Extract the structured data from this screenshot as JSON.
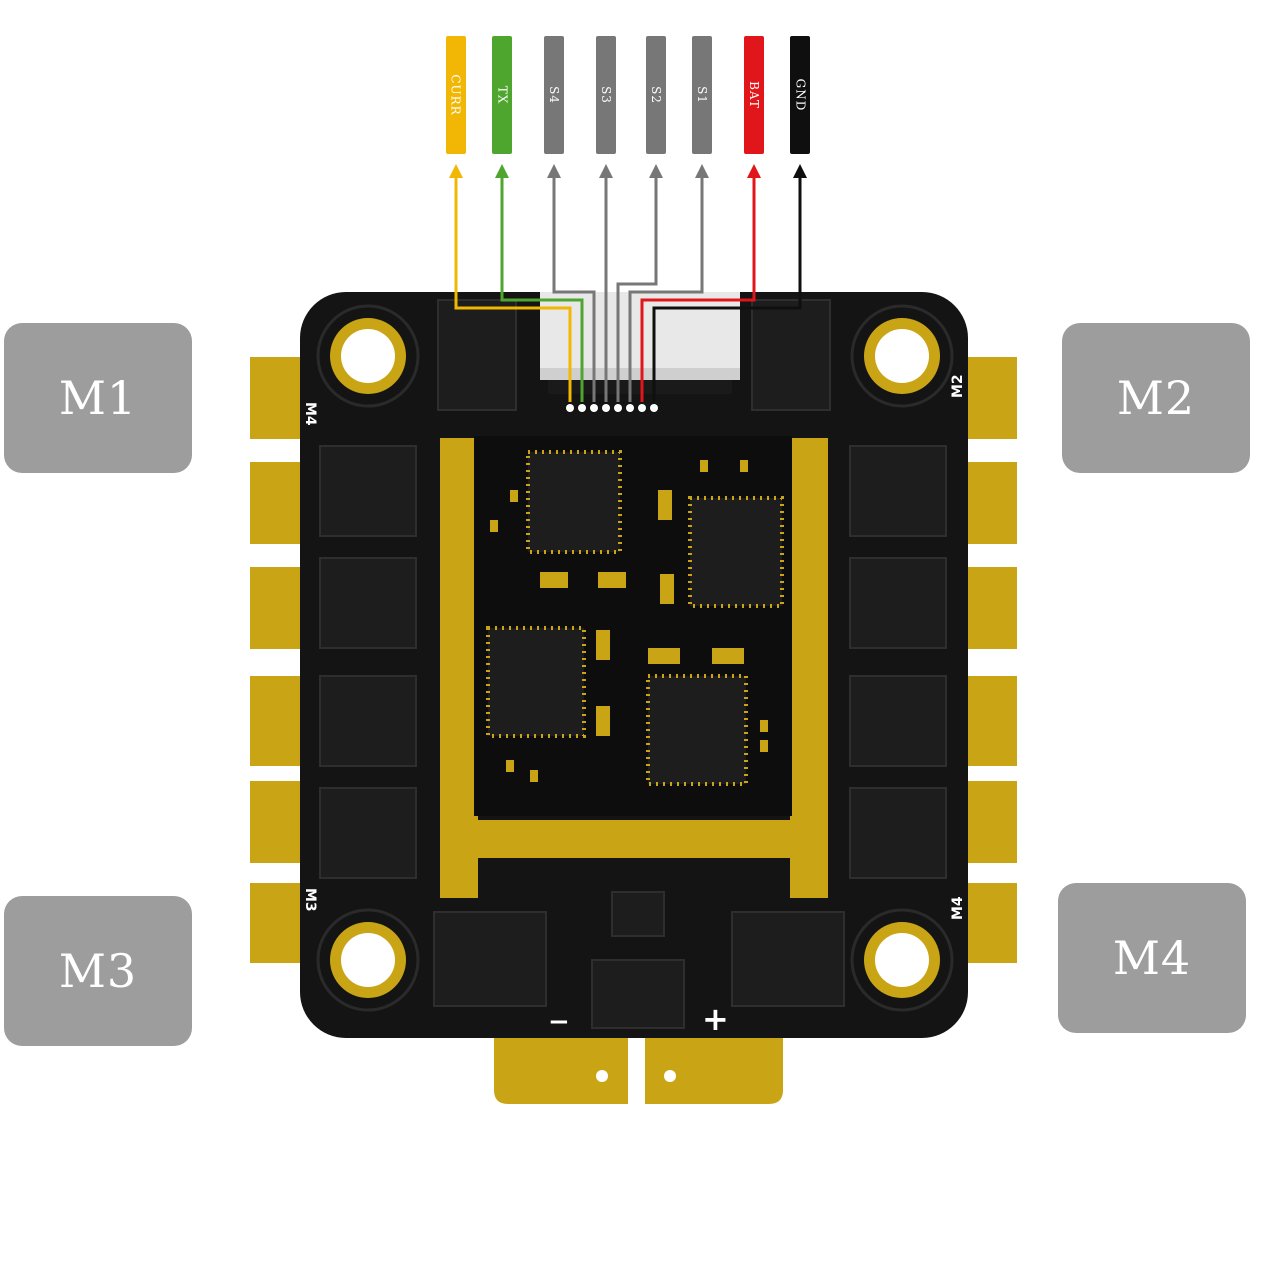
{
  "wires": [
    {
      "label": "CURR",
      "color": "#f2b705"
    },
    {
      "label": "TX",
      "color": "#4ea62f"
    },
    {
      "label": "S4",
      "color": "#777777"
    },
    {
      "label": "S3",
      "color": "#777777"
    },
    {
      "label": "S2",
      "color": "#777777"
    },
    {
      "label": "S1",
      "color": "#777777"
    },
    {
      "label": "BAT",
      "color": "#e0161a"
    },
    {
      "label": "GND",
      "color": "#0f0f0f"
    }
  ],
  "motors": {
    "m1": "M1",
    "m2": "M2",
    "m3": "M3",
    "m4": "M4"
  },
  "board_marks": {
    "m1": "M4",
    "m2": "M2",
    "m3": "M3",
    "m4": "M4",
    "minus": "−",
    "plus": "+"
  },
  "colors": {
    "pcb": "#141414",
    "gold": "#c9a516",
    "chip": "#1d1d1d",
    "pad_grey": "#9d9d9d"
  }
}
